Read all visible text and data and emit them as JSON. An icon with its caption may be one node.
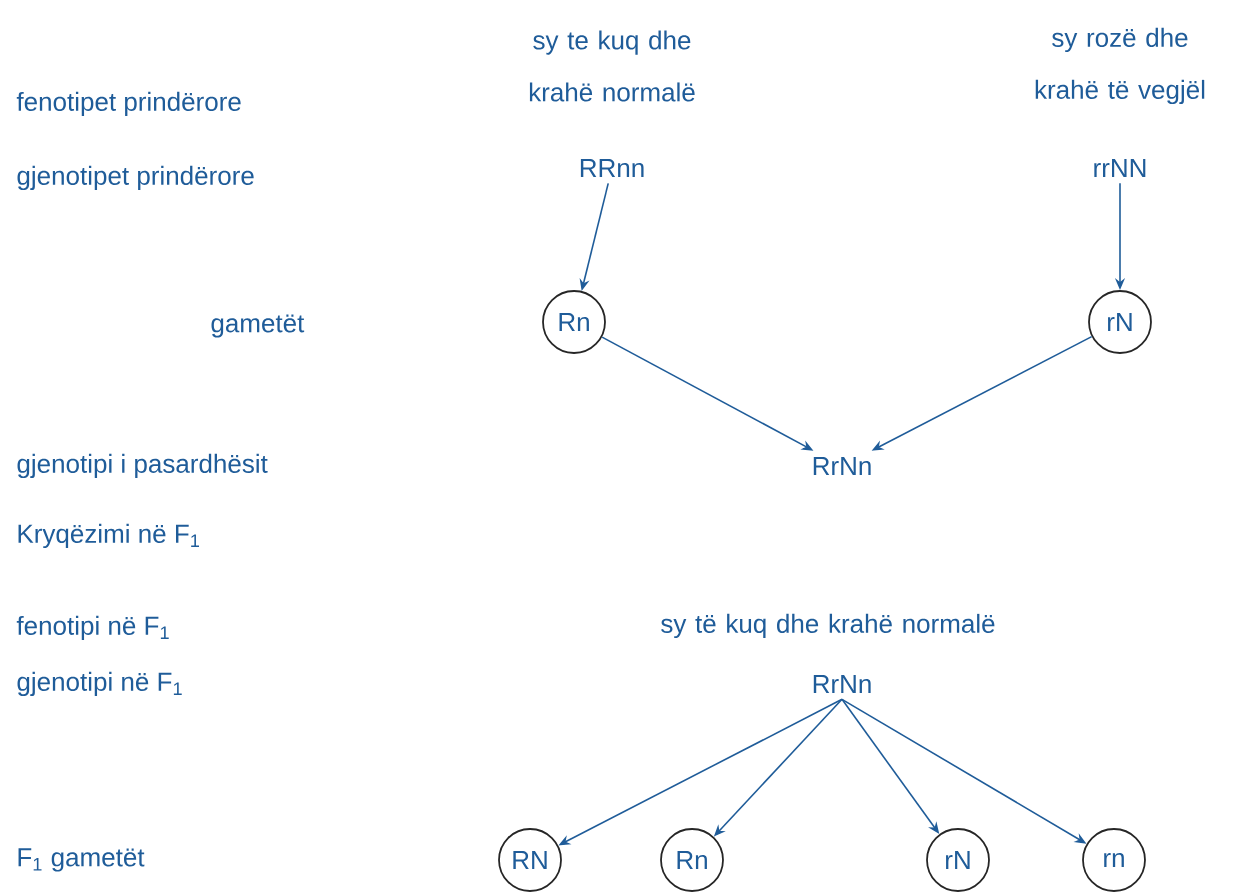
{
  "diagram": {
    "nodes": [
      {
        "text": [
          "RRnn"
        ],
        "beside": [
          "sy te kuq dhe krahë normalë"
        ]
      },
      {
        "text": [
          "rrNN"
        ],
        "beside": [
          "sy rozë dhe krahë të vegjël"
        ]
      },
      {
        "text": [
          "Rn"
        ]
      },
      {
        "text": [
          "rN"
        ]
      },
      {
        "text": [
          "RrNn"
        ]
      },
      {
        "text": [
          "RrNn"
        ],
        "beside": [
          "sy të kuq dhe krahë normalë"
        ]
      },
      {
        "text": [
          "RN"
        ]
      },
      {
        "text": [
          "Rn"
        ]
      },
      {
        "text": [
          "rN"
        ]
      },
      {
        "text": [
          "rn"
        ]
      }
    ],
    "edges": [
      {
        "from": 0,
        "to": 2,
        "arrow": "to"
      },
      {
        "from": 1,
        "to": 3,
        "arrow": "to"
      },
      {
        "from": 2,
        "to": 4,
        "arrow": "to"
      },
      {
        "from": 3,
        "to": 4,
        "arrow": "to"
      },
      {
        "from": 5,
        "to": 6,
        "arrow": "to"
      },
      {
        "from": 5,
        "to": 7,
        "arrow": "to"
      },
      {
        "from": 5,
        "to": 8,
        "arrow": "to"
      },
      {
        "from": 5,
        "to": 9,
        "arrow": "to"
      }
    ],
    "labels": [
      "fenotipet prindërore",
      "gjenotipet prindërore",
      "gametët",
      "gjenotipi i pasardhësit",
      "Kryqëzimi në F$_{1}$",
      "fenotipi në F$_{1}$",
      "gjenotipi në F$_{1}$",
      "F$_{1}$ gametët"
    ]
  }
}
